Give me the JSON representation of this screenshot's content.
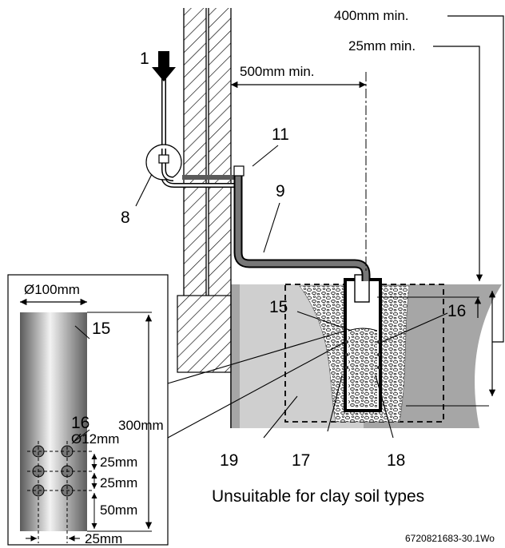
{
  "labels": {
    "dim_400": "400mm min.",
    "dim_25": "25mm min.",
    "dim_500": "500mm min.",
    "n1": "1",
    "n8": "8",
    "n9": "9",
    "n11": "11",
    "n15": "15",
    "n16": "16",
    "n17": "17",
    "n18": "18",
    "n19": "19",
    "inset_15": "15",
    "inset_16": "16",
    "inset_d100": "Ø100mm",
    "inset_d12": "Ø12mm",
    "inset_300": "300mm",
    "inset_25a": "25mm",
    "inset_25b": "25mm",
    "inset_50": "50mm",
    "inset_25c": "25mm"
  },
  "caption": "Unsuitable for clay soil types",
  "figure_code": "6720821683-30.1Wo"
}
